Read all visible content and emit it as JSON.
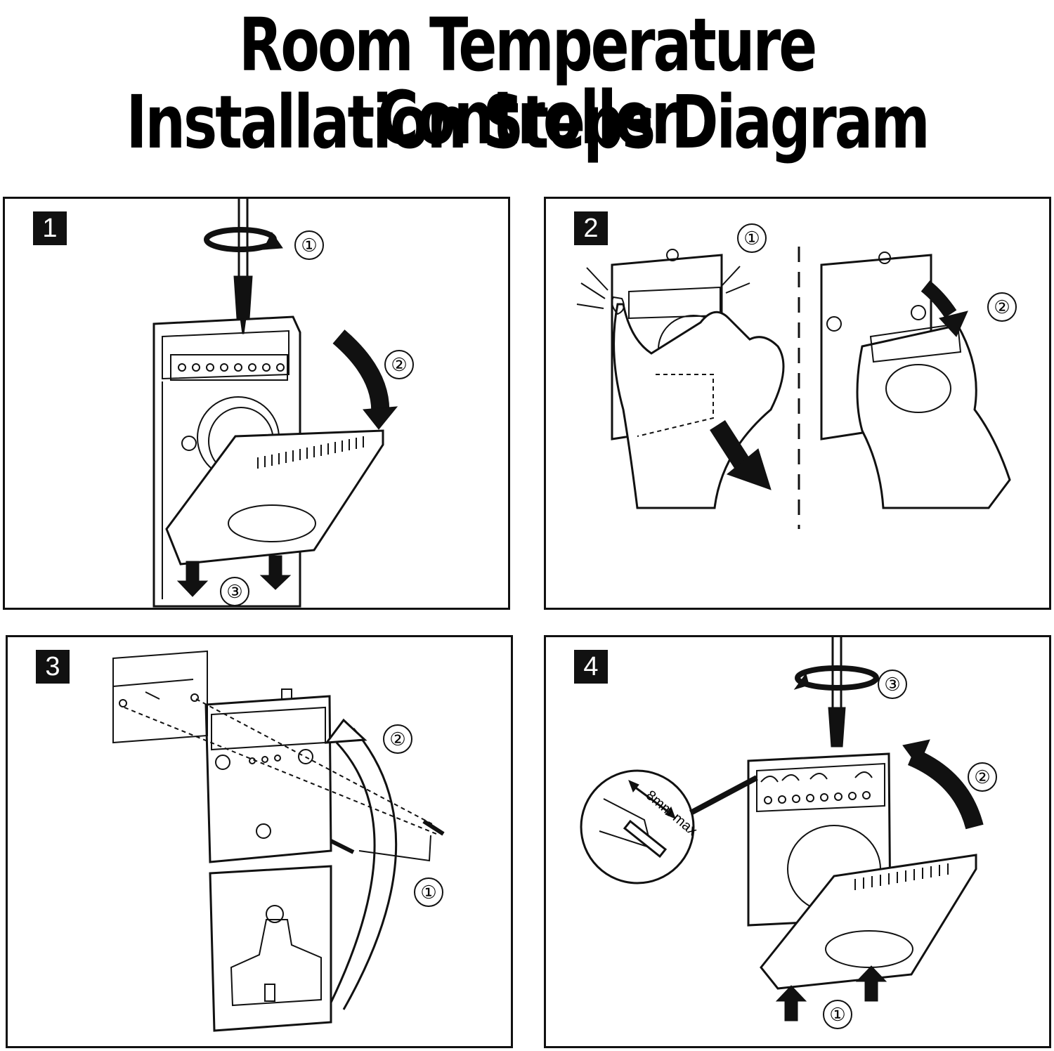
{
  "title": {
    "line1": "Room Temperature Controller",
    "line2": "Installation Steps Diagram"
  },
  "panels": [
    {
      "step": "1",
      "labels": [
        "①",
        "②",
        "③"
      ]
    },
    {
      "step": "2",
      "labels": [
        "①",
        "②"
      ]
    },
    {
      "step": "3",
      "labels": [
        "②",
        "①"
      ]
    },
    {
      "step": "4",
      "labels": [
        "③",
        "②",
        "①"
      ],
      "callout": "8mm max"
    }
  ],
  "icons": {
    "screwdriver": "screwdriver-icon",
    "rotate": "rotate-arrow-icon",
    "hand": "hand-icon",
    "thermostat": "thermostat-icon"
  }
}
